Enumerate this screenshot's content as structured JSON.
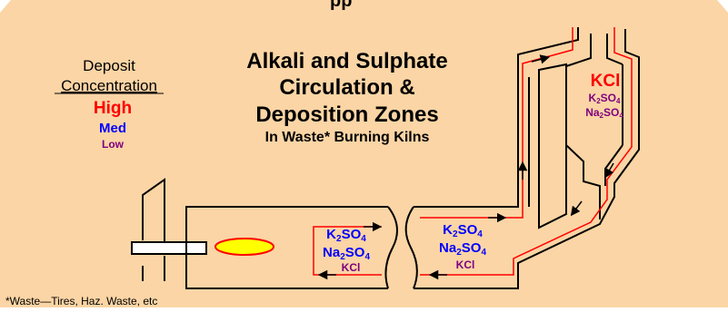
{
  "title_fragment": "pp",
  "legend": {
    "heading_line1": "Deposit",
    "heading_line2": "Concentration",
    "high": "High",
    "med": "Med",
    "low": "Low"
  },
  "title": {
    "line1": "Alkali and Sulphate",
    "line2": "Circulation &",
    "line3": "Deposition Zones",
    "subtitle": "In Waste* Burning Kilns"
  },
  "chemicals": {
    "k2so4_base": "K",
    "k2so4_sub": "2",
    "k2so4_tail": "SO",
    "k2so4_sub2": "4",
    "na2so4_base": "Na",
    "na2so4_sub": "2",
    "na2so4_tail": "SO",
    "na2so4_sub2": "4",
    "kcl": "KCl"
  },
  "footnote": "*Waste—Tires, Haz. Waste, etc",
  "colors": {
    "background": "#FBD5A5",
    "high": "#FF0000",
    "med": "#0000FF",
    "low": "#800080",
    "outline": "#000000",
    "flame": "#FFFF00",
    "flow": "#FF0000"
  }
}
